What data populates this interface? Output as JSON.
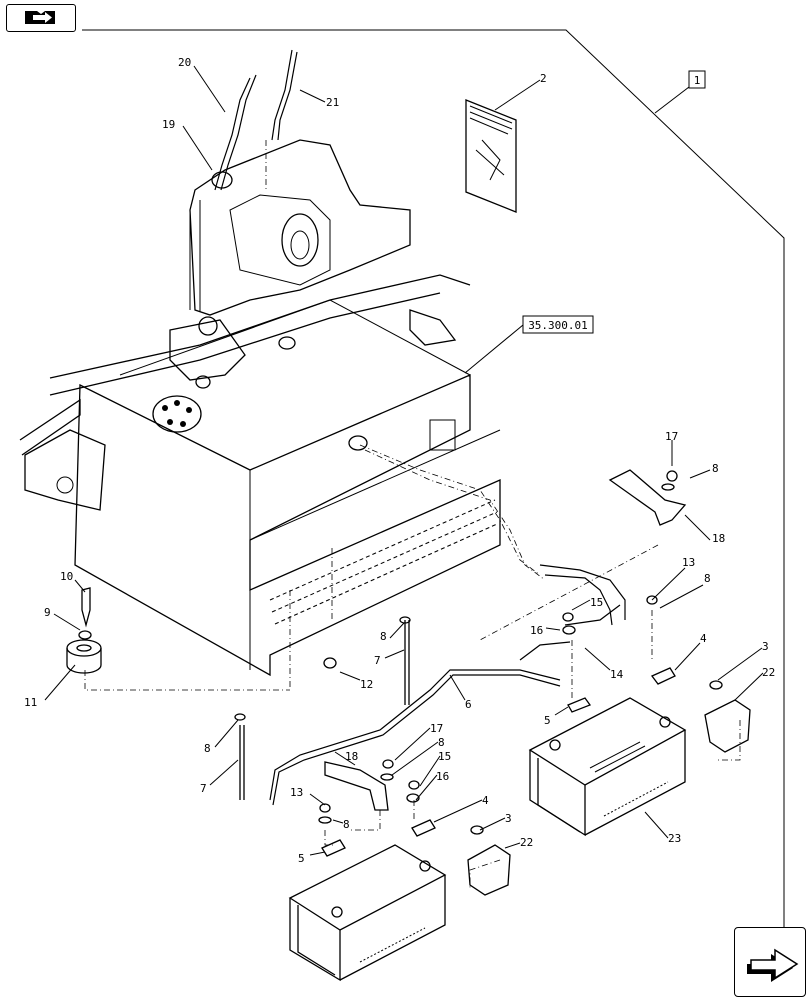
{
  "navigation": {
    "home_icon": "book-arrow-icon",
    "next_icon": "next-arrow-icon"
  },
  "references": {
    "assembly_ref": "1",
    "section_ref": "35.300.01"
  },
  "callouts": [
    {
      "id": "c20",
      "label": "20"
    },
    {
      "id": "c21",
      "label": "21"
    },
    {
      "id": "c19",
      "label": "19"
    },
    {
      "id": "c2",
      "label": "2"
    },
    {
      "id": "c17a",
      "label": "17"
    },
    {
      "id": "c8a",
      "label": "8"
    },
    {
      "id": "c18a",
      "label": "18"
    },
    {
      "id": "c13a",
      "label": "13"
    },
    {
      "id": "c8b",
      "label": "8"
    },
    {
      "id": "c10",
      "label": "10"
    },
    {
      "id": "c9",
      "label": "9"
    },
    {
      "id": "c11",
      "label": "11"
    },
    {
      "id": "c15a",
      "label": "15"
    },
    {
      "id": "c16a",
      "label": "16"
    },
    {
      "id": "c8c",
      "label": "8"
    },
    {
      "id": "c7a",
      "label": "7"
    },
    {
      "id": "c12",
      "label": "12"
    },
    {
      "id": "c14",
      "label": "14"
    },
    {
      "id": "c4a",
      "label": "4"
    },
    {
      "id": "c3a",
      "label": "3"
    },
    {
      "id": "c22a",
      "label": "22"
    },
    {
      "id": "c6",
      "label": "6"
    },
    {
      "id": "c5a",
      "label": "5"
    },
    {
      "id": "c8d",
      "label": "8"
    },
    {
      "id": "c7b",
      "label": "7"
    },
    {
      "id": "c17b",
      "label": "17"
    },
    {
      "id": "c18b",
      "label": "18"
    },
    {
      "id": "c8e",
      "label": "8"
    },
    {
      "id": "c15b",
      "label": "15"
    },
    {
      "id": "c16b",
      "label": "16"
    },
    {
      "id": "c13b",
      "label": "13"
    },
    {
      "id": "c8f",
      "label": "8"
    },
    {
      "id": "c4b",
      "label": "4"
    },
    {
      "id": "c3b",
      "label": "3"
    },
    {
      "id": "c22b",
      "label": "22"
    },
    {
      "id": "c5b",
      "label": "5"
    },
    {
      "id": "c23",
      "label": "23"
    }
  ]
}
